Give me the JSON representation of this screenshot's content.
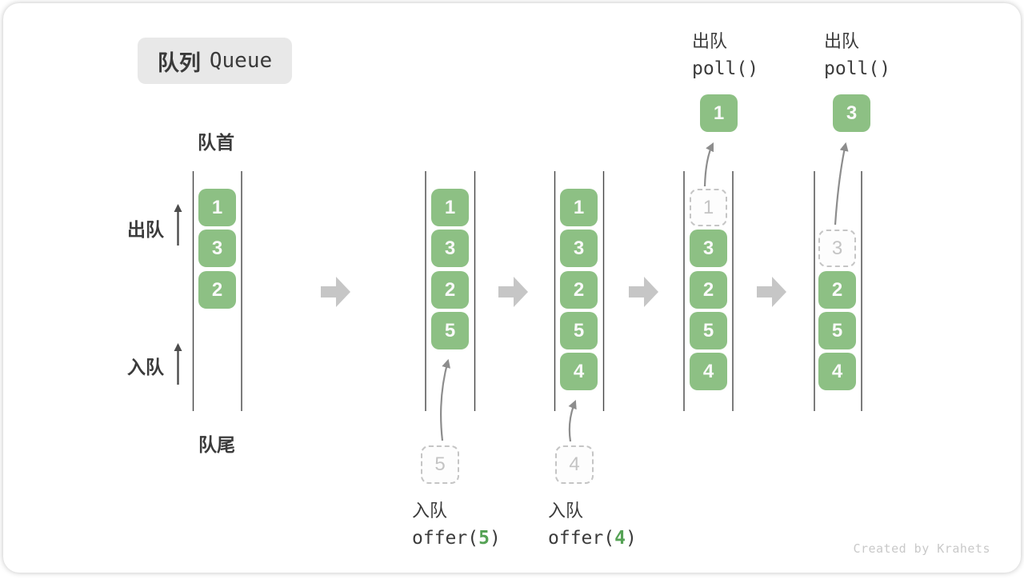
{
  "title": {
    "zh": "队列",
    "en": "Queue"
  },
  "labels": {
    "front": "队首",
    "rear": "队尾",
    "dequeue_side": "出队",
    "enqueue_side": "入队"
  },
  "operations": {
    "offer5": {
      "name": "入队",
      "func_pre": "offer(",
      "arg": "5",
      "func_post": ")"
    },
    "offer4": {
      "name": "入队",
      "func_pre": "offer(",
      "arg": "4",
      "func_post": ")"
    },
    "poll1": {
      "name": "出队",
      "func": "poll()",
      "result": "1"
    },
    "poll2": {
      "name": "出队",
      "func": "poll()",
      "result": "3"
    }
  },
  "queues": {
    "q1": {
      "blocks": [
        "1",
        "3",
        "2"
      ]
    },
    "q2": {
      "blocks": [
        "1",
        "3",
        "2",
        "5"
      ],
      "pending": "5"
    },
    "q3": {
      "blocks": [
        "1",
        "3",
        "2",
        "5",
        "4"
      ],
      "pending": "4"
    },
    "q4": {
      "removed": "1",
      "blocks": [
        "3",
        "2",
        "5",
        "4"
      ]
    },
    "q5": {
      "removed": "3",
      "blocks": [
        "2",
        "5",
        "4"
      ]
    }
  },
  "credit": "Created by Krahets",
  "colors": {
    "block_green": "#8DC084",
    "arg_green": "#55A255",
    "text_dark": "#3b3b3b",
    "ghost_gray": "#c5c5c5",
    "step_arrow_gray": "#c6c6c6",
    "flow_arrow_gray": "#8d8d8d",
    "badge_bg": "#e8e8e8"
  }
}
